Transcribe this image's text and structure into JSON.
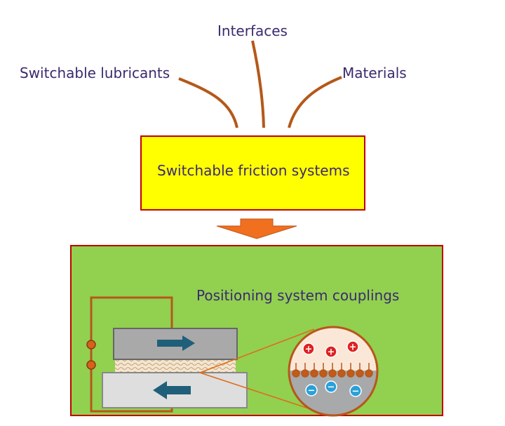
{
  "diagram": {
    "inputs": {
      "left": "Switchable lubricants",
      "top": "Interfaces",
      "right": "Materials"
    },
    "center_box": "Switchable friction systems",
    "output_box": "Positioning system couplings",
    "zoom": {
      "top_symbols": [
        "+",
        "+",
        "+"
      ],
      "bottom_symbols": [
        "−",
        "−",
        "−"
      ]
    },
    "colors": {
      "text": "#3b2a6e",
      "connector": "#b5581a",
      "center_fill": "#ffff00",
      "output_fill": "#92d050",
      "border_red": "#c00000",
      "arrow_orange": "#f07020",
      "block_arrow": "#1f5f7a"
    }
  }
}
